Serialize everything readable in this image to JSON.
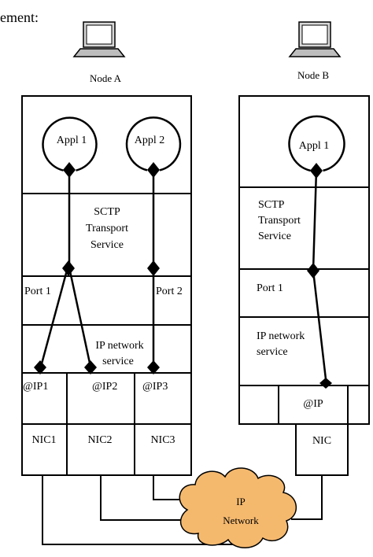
{
  "caption_fragment": "ement:",
  "node_a": {
    "label": "Node A",
    "apps": [
      "Appl 1",
      "Appl 2"
    ],
    "sctp_lines": [
      "SCTP",
      "Transport",
      "Service"
    ],
    "ports": [
      "Port 1",
      "Port 2"
    ],
    "ip_service_lines": [
      "IP network",
      "service"
    ],
    "ip_addresses": [
      "@IP1",
      "@IP2",
      "@IP3"
    ],
    "nics": [
      "NIC1",
      "NIC2",
      "NIC3"
    ]
  },
  "node_b": {
    "label": "Node B",
    "app": "Appl 1",
    "sctp_lines": [
      "SCTP",
      "Transport",
      "Service"
    ],
    "port": "Port 1",
    "ip_service_lines": [
      "IP network",
      "service"
    ],
    "ip_address": "@IP",
    "nic": "NIC"
  },
  "network": {
    "lines": [
      "IP",
      "Network"
    ]
  },
  "colors": {
    "cloud_fill": "#f5b96e",
    "stroke": "#000000"
  },
  "icons": [
    "laptop-icon",
    "laptop-icon"
  ]
}
